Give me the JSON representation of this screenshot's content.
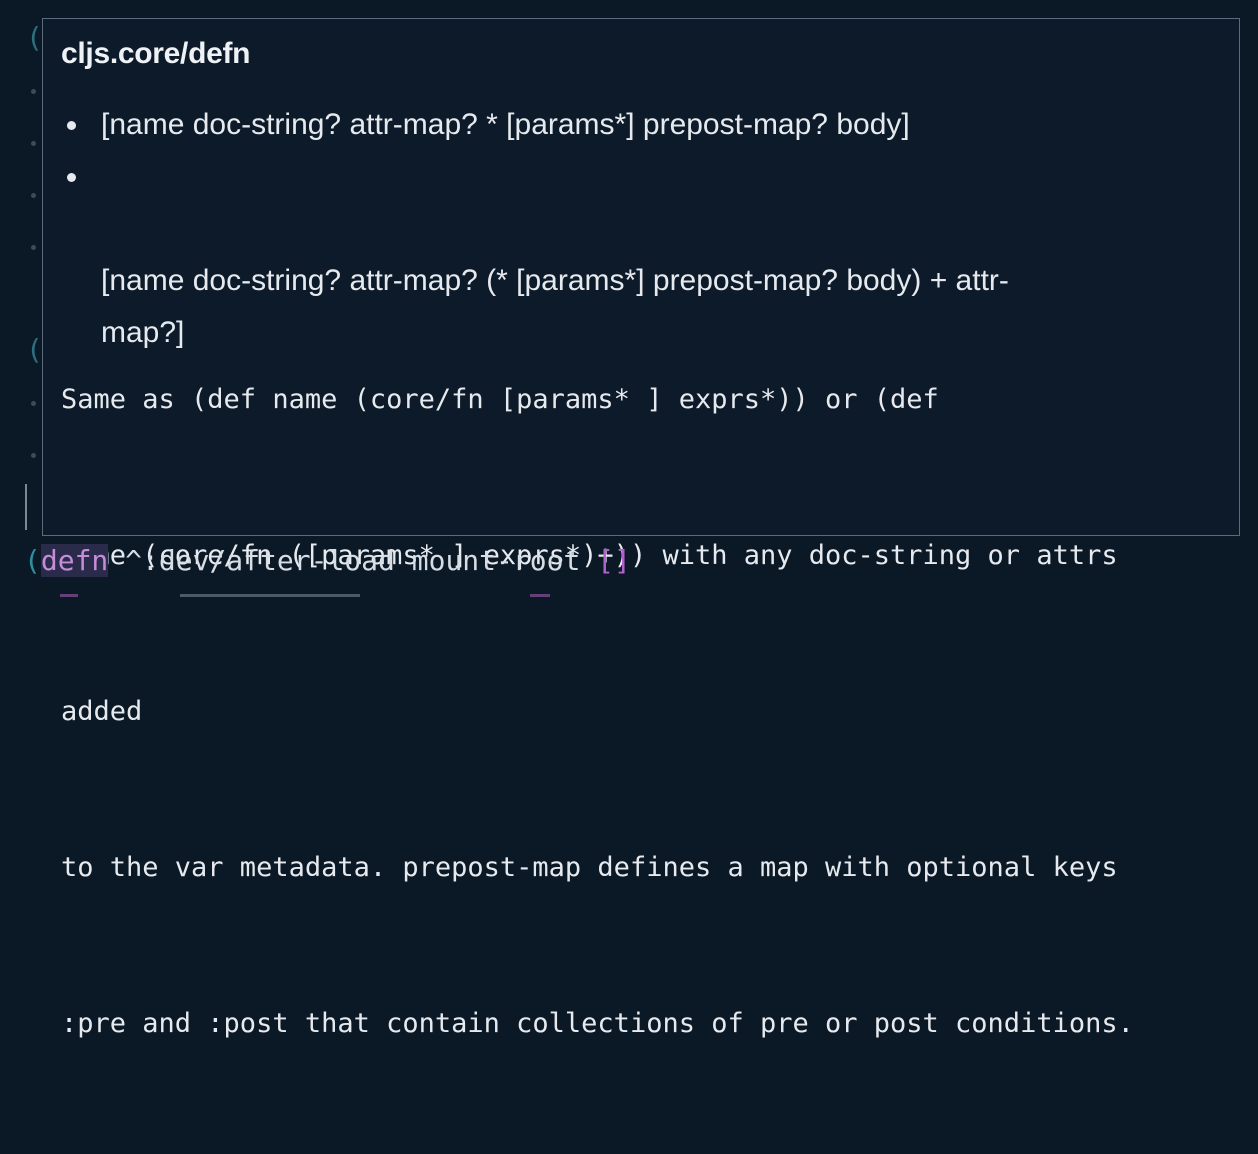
{
  "popup": {
    "title": "cljs.core/defn",
    "signatures": [
      "[name doc-string? attr-map? * [params*] prepost-map? body]",
      "[name doc-string? attr-map? (* [params*] prepost-map? body) + attr-\nmap?]"
    ],
    "docstring_lines": [
      "Same as (def name (core/fn [params* ] exprs*)) or (def",
      "name (core/fn ([params* ] exprs*)+)) with any doc-string or attrs",
      "added",
      "to the var metadata. prepost-map defines a map with optional keys",
      ":pre and :post that contain collections of pre or post conditions."
    ]
  },
  "code": {
    "open_paren": "(",
    "keyword": "defn",
    "rest": " ^:dev/after-load mount-root ",
    "brackets": "[]"
  },
  "background": {
    "glyph_top": "(",
    "glyph_mid": "("
  },
  "colors": {
    "editor_bg": "#0b1826",
    "popup_border": "#5b6b7d",
    "keyword": "#c58cd8",
    "bracket": "#b35fd0",
    "paren": "#2c8fa1"
  }
}
